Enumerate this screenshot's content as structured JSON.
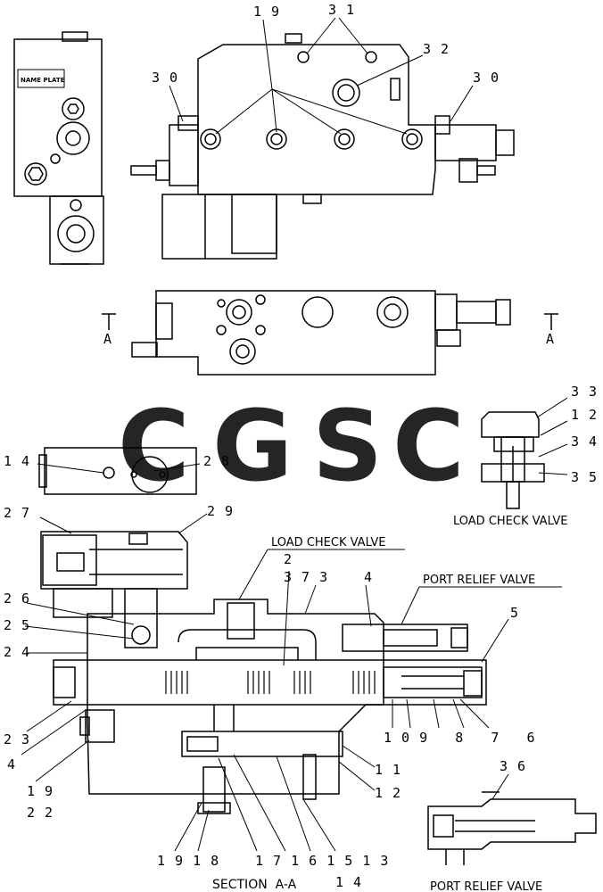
{
  "nameplate": "NAME PLATE",
  "callouts": {
    "c19_top": "1 9",
    "c31": "3 1",
    "c32": "3 2",
    "c30_left": "3 0",
    "c30_right": "3 0",
    "c33": "3 3",
    "c12_right": "1 2",
    "c34": "3 4",
    "c35": "3 5",
    "c14": "1 4",
    "c28": "2 8",
    "c27": "2 7",
    "c29": "2 9",
    "c2": "2",
    "c37_3": "3 7 3",
    "c4_top": "4",
    "c5": "5",
    "c26": "2 6",
    "c25": "2 5",
    "c24": "2 4",
    "c23": "2 3",
    "c4_left": "4",
    "c19_22": "1 9\n2 2",
    "c10_9_8_7_6": "1 0 9   8   7   6",
    "c11": "1 1",
    "c12_bottom": "1 2",
    "c19_18": "1 9 1 8",
    "c1_71_61_51_3": "1 7 1 6 1 5 1 3",
    "c14_bottom": "1 4",
    "c36": "3 6",
    "sectionA_left": "A",
    "sectionA_right": "A"
  },
  "labels": {
    "load_check_valve_top": "LOAD CHECK VALVE",
    "load_check_valve_detail": "LOAD CHECK VALVE",
    "port_relief_valve_main": "PORT RELIEF VALVE",
    "port_relief_valve_detail": "PORT RELIEF VALVE",
    "section_aa": "SECTION  A-A"
  },
  "watermark": {
    "letters": [
      "C",
      "G",
      "S",
      "C"
    ],
    "colors": [
      "#4f8ef5",
      "#ef4444",
      "#f9c513",
      "#22a96e"
    ]
  }
}
